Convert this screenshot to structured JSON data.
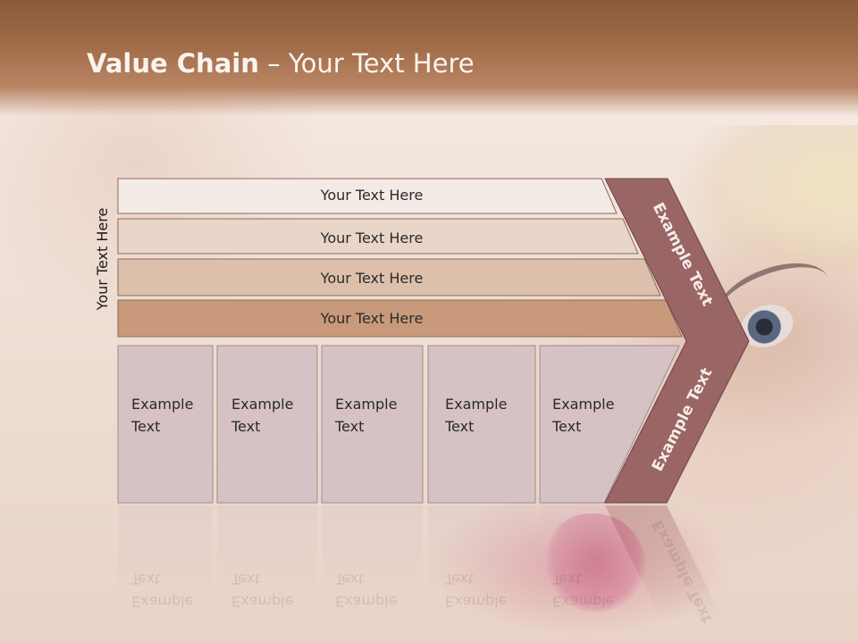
{
  "slide": {
    "title_bold": "Value Chain",
    "title_rest": " – Your Text Here",
    "side_label": "Your Text Here"
  },
  "bands": [
    {
      "label": "Your Text Here",
      "color": "#f4ebe6"
    },
    {
      "label": "Your Text Here",
      "color": "#ead5c9"
    },
    {
      "label": "Your Text Here",
      "color": "#ddc0ab"
    },
    {
      "label": "Your Text Here",
      "color": "#c89a7b"
    }
  ],
  "columns": [
    {
      "label": "Example\nText"
    },
    {
      "label": "Example\nText"
    },
    {
      "label": "Example\nText"
    },
    {
      "label": "Example\nText"
    },
    {
      "label": "Example\nText"
    }
  ],
  "chevron": {
    "top_label": "Example Text",
    "bottom_label": "Example Text",
    "color": "#9a6565"
  },
  "colors": {
    "column_fill": "#d6c2c4",
    "column_stroke": "#a08a8e",
    "band_stroke": "#8a6a5a"
  }
}
